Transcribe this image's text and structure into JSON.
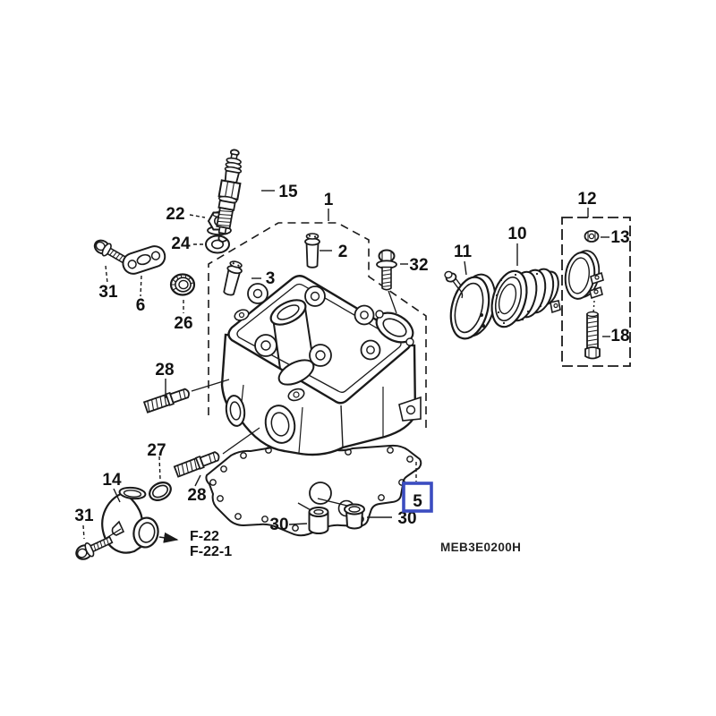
{
  "diagram_code": "MEB3E0200H",
  "highlight": {
    "color": "#3b4cc0"
  },
  "reference_links": {
    "primary": "F-22",
    "secondary": "F-22-1"
  },
  "callouts": {
    "c1": "1",
    "c2": "2",
    "c3": "3",
    "c5": "5",
    "c6": "6",
    "c10": "10",
    "c11": "11",
    "c12": "12",
    "c13": "13",
    "c14": "14",
    "c15": "15",
    "c18": "18",
    "c22": "22",
    "c24": "24",
    "c26": "26",
    "c27": "27",
    "c28a": "28",
    "c28b": "28",
    "c30a": "30",
    "c30b": "30",
    "c31a": "31",
    "c31b": "31",
    "c32": "32"
  }
}
